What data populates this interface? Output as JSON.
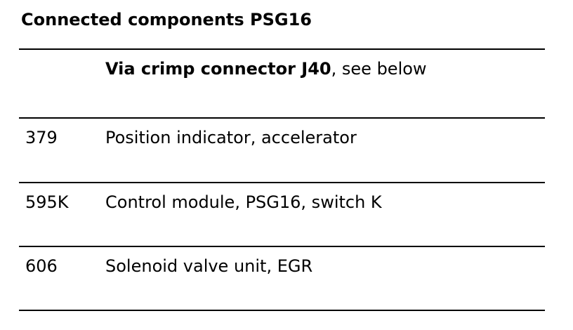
{
  "title": "Connected components PSG16",
  "header_row": {
    "bold_text": "Via crimp connector J40",
    "rest_text": ", see below"
  },
  "rows": [
    {
      "id": "379",
      "description": "Position indicator, accelerator"
    },
    {
      "id": "595K",
      "description": "Control module, PSG16, switch K"
    },
    {
      "id": "606",
      "description": "Solenoid valve unit, EGR"
    }
  ]
}
